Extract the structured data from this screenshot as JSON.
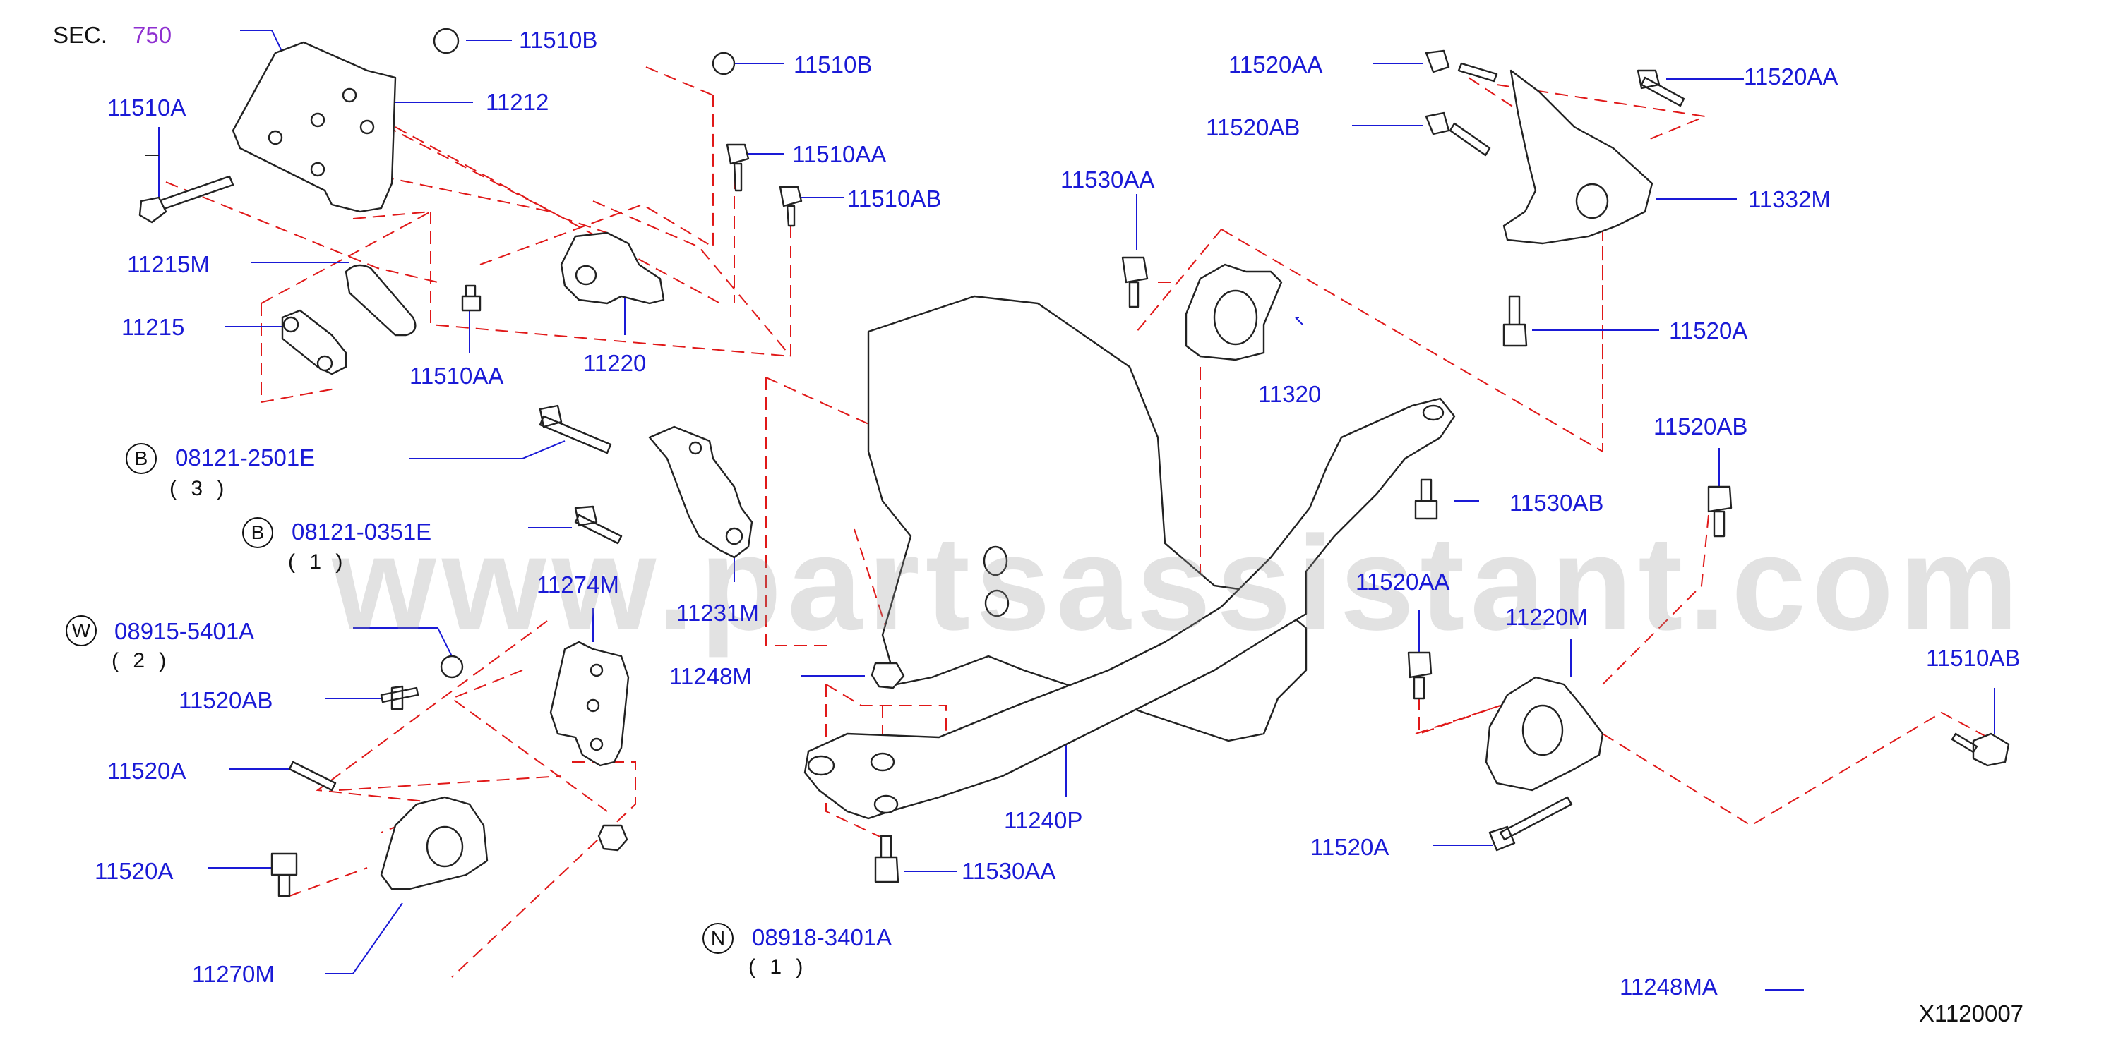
{
  "diagram": {
    "section_prefix": "SEC.",
    "section_link": "750",
    "figure_code": "X1120007",
    "watermark": "www.partsassistant.com",
    "colors": {
      "label": "#1a1ad6",
      "leader": "#1a1ad6",
      "dash": "#e01818",
      "line": "#222222",
      "section_link": "#8e2fd0"
    },
    "labels": {
      "p11510B_top": "11510B",
      "p11510B_mid": "11510B",
      "p11510A": "11510A",
      "p11212": "11212",
      "p11510AA_top": "11510AA",
      "p11510AB_top": "11510AB",
      "p11215M": "11215M",
      "p11215": "11215",
      "p11510AA_mid": "11510AA",
      "p11220": "11220",
      "p11231M": "11231M",
      "p11274M": "11274M",
      "p11520AB_left": "11520AB",
      "p11520A_left1": "11520A",
      "p11520A_left2": "11520A",
      "p11270M": "11270M",
      "p11248M": "11248M",
      "p11240P": "11240P",
      "p11530AA_bottom": "11530AA",
      "p11530AA_top": "11530AA",
      "p11320": "11320",
      "p11520AA_top1": "11520AA",
      "p11520AA_top2": "11520AA",
      "p11520AB_top": "11520AB",
      "p11332M": "11332M",
      "p11520A_right": "11520A",
      "p11520AB_right": "11520AB",
      "p11530AB": "11530AB",
      "p11520AA_right": "11520AA",
      "p11220M": "11220M",
      "p11510AB_right": "11510AB",
      "p11520A_bottom": "11520A",
      "p11248MA": "11248MA"
    },
    "fasteners": [
      {
        "key": "b1",
        "code": "08121-2501E",
        "qty": "( 3 )",
        "symbol": "B"
      },
      {
        "key": "b2",
        "code": "08121-0351E",
        "qty": "( 1 )",
        "symbol": "B"
      },
      {
        "key": "w1",
        "code": "08915-5401A",
        "qty": "( 2 )",
        "symbol": "W"
      },
      {
        "key": "n1",
        "code": "08918-3401A",
        "qty": "( 1 )",
        "symbol": "N"
      }
    ]
  }
}
